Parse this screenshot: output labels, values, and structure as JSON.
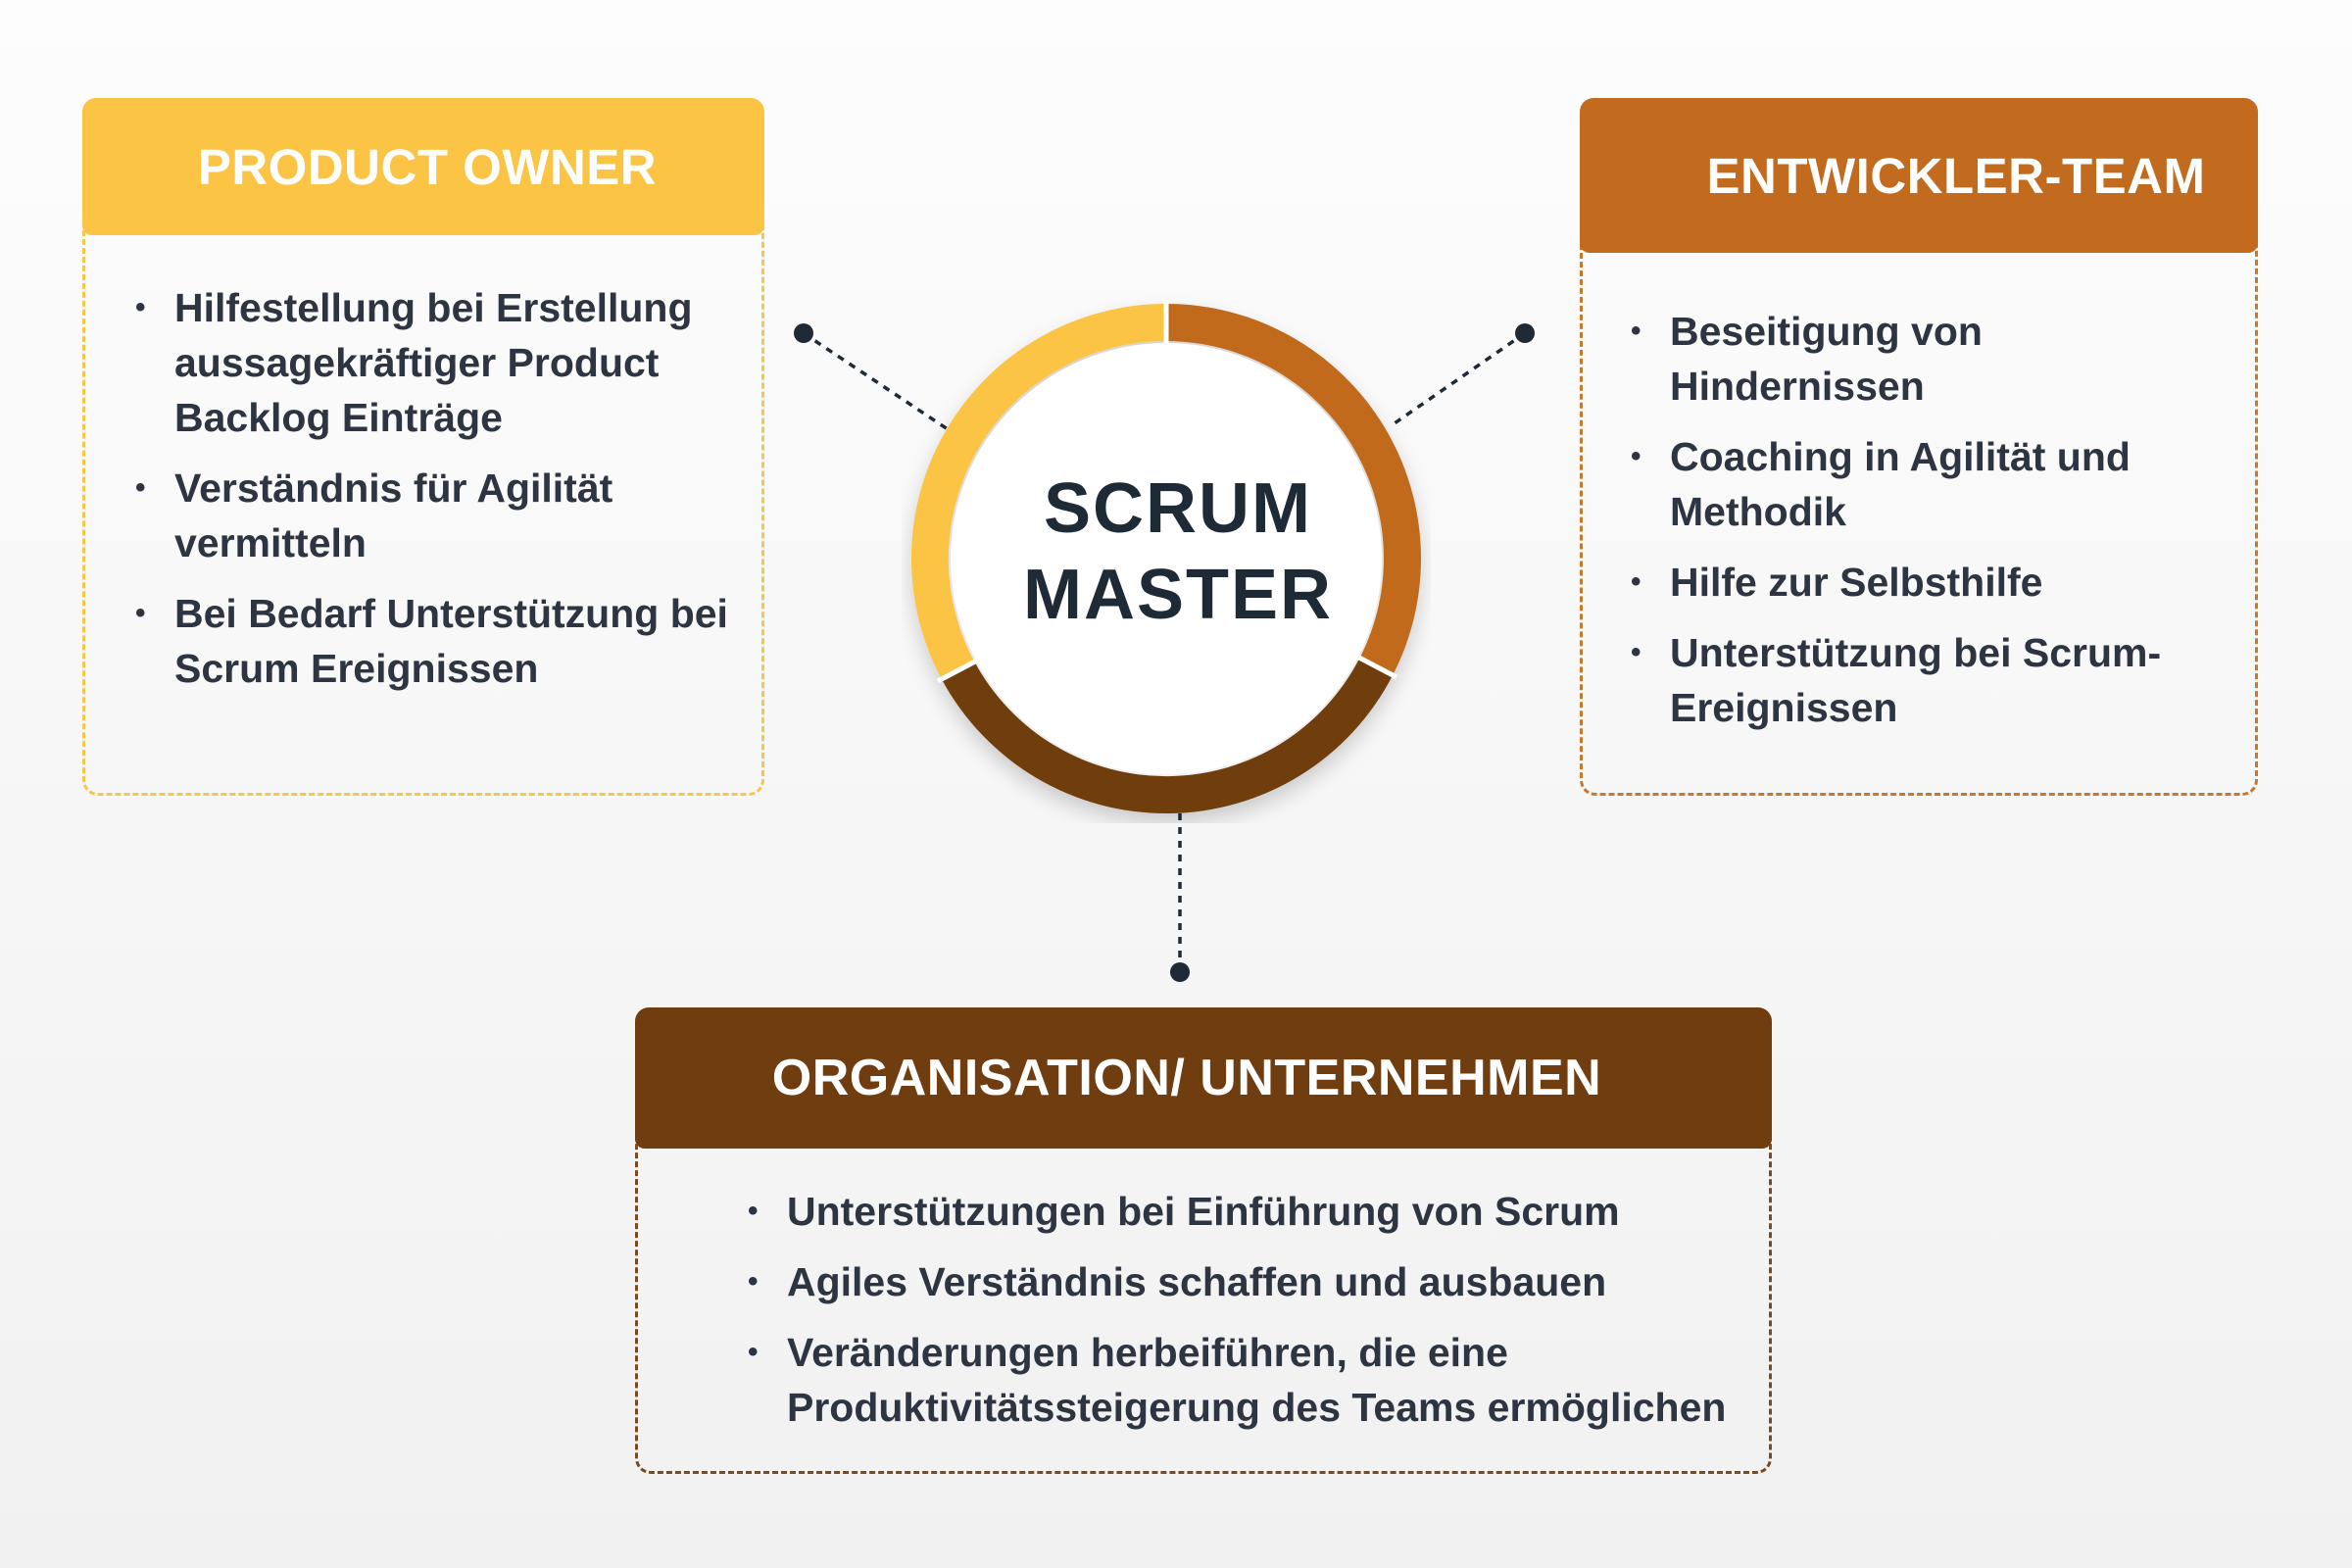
{
  "center": {
    "line1": "SCRUM",
    "line2": "MASTER"
  },
  "colors": {
    "yellow": "#fbc444",
    "orange": "#c26b1f",
    "brown": "#6f3d10",
    "dark": "#1f2a37"
  },
  "product_owner": {
    "title": "PRODUCT OWNER",
    "items": [
      "Hilfestellung bei Erstellung aussagekräftiger Product Backlog Einträge",
      "Verständnis für Agilität vermitteln",
      "Bei Bedarf Unterstützung bei Scrum Ereignissen"
    ]
  },
  "dev_team": {
    "title": "ENTWICKLER-TEAM",
    "items": [
      "Beseitigung von Hindernissen",
      "Coaching in Agilität und Methodik",
      "Hilfe zur Selbsthilfe",
      "Unterstützung bei Scrum-Ereignissen"
    ]
  },
  "organisation": {
    "title": "ORGANISATION/ UNTERNEHMEN",
    "items": [
      " Unterstützungen bei Einführung von Scrum",
      "Agiles Verständnis schaffen und ausbauen",
      "Veränderungen herbeiführen, die eine Produktivitätssteigerung des Teams ermöglichen"
    ]
  }
}
